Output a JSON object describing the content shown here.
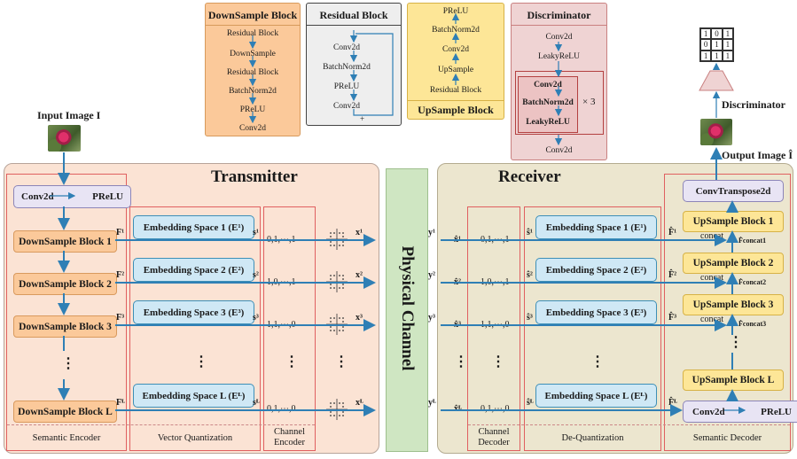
{
  "top_blocks": {
    "downsample": {
      "title": "DownSample Block",
      "items": [
        "Residual Block",
        "DownSample",
        "Residual Block",
        "BatchNorm2d",
        "PReLU",
        "Conv2d"
      ]
    },
    "residual": {
      "title": "Residual Block",
      "items": [
        "Conv2d",
        "BatchNorm2d",
        "PReLU",
        "Conv2d"
      ],
      "plus": "+"
    },
    "upsample": {
      "title": "UpSample Block",
      "items": [
        "PReLU",
        "BatchNorm2d",
        "Conv2d",
        "UpSample",
        "Residual Block"
      ]
    },
    "discriminator": {
      "title": "Discriminator",
      "items_top": [
        "Conv2d",
        "LeakyReLU"
      ],
      "inner": [
        "Conv2d",
        "BatchNorm2d",
        "LeakyReLU"
      ],
      "repeat": "× 3",
      "bottom": "Conv2d"
    }
  },
  "matrix": [
    "1",
    "0",
    "1",
    "0",
    "1",
    "1",
    "1",
    "1",
    "1"
  ],
  "labels": {
    "input_image": "Input Image I",
    "output_image": "Output Image Î",
    "discriminator": "Discriminator",
    "transmitter": "Transmitter",
    "receiver": "Receiver",
    "physical_channel": "Physical Channel",
    "concat": "concat",
    "dots": "⋮"
  },
  "transmitter": {
    "conv": "Conv2d",
    "prelu": "PReLU",
    "down_blocks": [
      "DownSample Block 1",
      "DownSample Block 2",
      "DownSample Block 3",
      "DownSample Block L"
    ],
    "features": [
      "F¹",
      "F²",
      "F³",
      "Fᴸ"
    ],
    "embeddings": [
      "Embedding Space 1 (E¹)",
      "Embedding Space 2 (E²)",
      "Embedding Space 3 (E³)",
      "Embedding Space L (Eᴸ)"
    ],
    "s": [
      "s¹",
      "s²",
      "s³",
      "sᴸ"
    ],
    "codes": [
      "0,1,⋯,1",
      "1,0,⋯,1",
      "1,1,⋯,0",
      "0,1,⋯,0"
    ],
    "x": [
      "x¹",
      "x²",
      "x³",
      "xᴸ"
    ],
    "footers": [
      "Semantic Encoder",
      "Vector Quantization",
      "Channel Encoder"
    ]
  },
  "receiver": {
    "y": [
      "y¹",
      "y²",
      "y³",
      "yᴸ"
    ],
    "xhat": [
      "x̂¹",
      "x̂²",
      "x̂³",
      "x̂ᴸ"
    ],
    "codes": [
      "0,1,⋯,1",
      "1,0,⋯,1",
      "1,1,⋯,0",
      "0,1,⋯,0"
    ],
    "shat": [
      "ŝ¹",
      "ŝ²",
      "ŝ³",
      "ŝᴸ"
    ],
    "embeddings": [
      "Embedding Space 1 (E¹)",
      "Embedding Space 2 (E²)",
      "Embedding Space 3 (E³)",
      "Embedding Space L (Eᴸ)"
    ],
    "fhat": [
      "F̂¹",
      "F̂²",
      "F̂³",
      "F̂ᴸ"
    ],
    "fconcat": [
      "F̂concat1",
      "F̂concat2",
      "F̂concat3"
    ],
    "up_blocks": [
      "UpSample Block 1",
      "UpSample Block 2",
      "UpSample Block 3",
      "UpSample Block L"
    ],
    "convt": "ConvTranspose2d",
    "conv": "Conv2d",
    "prelu": "PReLU",
    "footers": [
      "Channel Decoder",
      "De-Quantization",
      "Semantic Decoder"
    ]
  },
  "colors": {
    "transmitter_bg": "#fbe3d4",
    "receiver_bg": "#ece6cf",
    "channel": "#cfe6c2",
    "arrow": "#2f7fb5"
  }
}
